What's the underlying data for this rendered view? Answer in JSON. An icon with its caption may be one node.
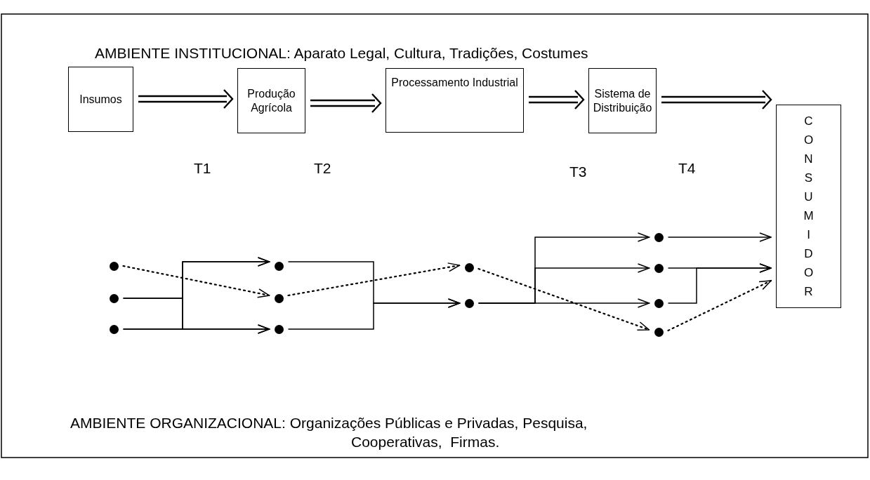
{
  "diagram": {
    "nodes": [
      {
        "text": [
          "Insumos"
        ]
      },
      {
        "text": [
          "Produção Agrícola"
        ]
      },
      {
        "text": [
          "Processamento Industrial"
        ]
      },
      {
        "text": [
          "Sistema de Distribuição"
        ]
      },
      {
        "text": [
          "CONSUMIDOR"
        ]
      },
      {
        "text": [],
        "shape": "circle"
      },
      {
        "text": [],
        "shape": "circle"
      },
      {
        "text": [],
        "shape": "circle"
      },
      {
        "text": [],
        "shape": "circle"
      },
      {
        "text": [],
        "shape": "circle"
      },
      {
        "text": [],
        "shape": "circle"
      },
      {
        "text": [],
        "shape": "circle"
      },
      {
        "text": [],
        "shape": "circle"
      },
      {
        "text": [],
        "shape": "circle"
      },
      {
        "text": [],
        "shape": "circle"
      },
      {
        "text": [],
        "shape": "circle"
      },
      {
        "text": [],
        "shape": "circle"
      }
    ],
    "edges": [
      {
        "from": 0,
        "to": 1,
        "arrow": "to"
      },
      {
        "from": 1,
        "to": 2,
        "arrow": "to"
      },
      {
        "from": 2,
        "to": 3,
        "arrow": "to"
      },
      {
        "from": 3,
        "to": 4,
        "arrow": "to"
      },
      {
        "from": 5,
        "to": 9,
        "arrow": "to",
        "style": "dashed"
      },
      {
        "from": 6,
        "to": 8,
        "arrow": "to"
      },
      {
        "from": 6,
        "to": 10,
        "arrow": "to"
      },
      {
        "from": 7,
        "to": 8,
        "arrow": "to"
      },
      {
        "from": 7,
        "to": 10,
        "arrow": "to"
      },
      {
        "from": 9,
        "to": 11,
        "arrow": "to",
        "style": "dashed"
      },
      {
        "from": 8,
        "to": 12,
        "arrow": "to"
      },
      {
        "from": 10,
        "to": 12,
        "arrow": "to"
      },
      {
        "from": 11,
        "to": 16,
        "arrow": "to",
        "style": "dashed"
      },
      {
        "from": 12,
        "to": 13,
        "arrow": "to"
      },
      {
        "from": 12,
        "to": 14,
        "arrow": "to"
      },
      {
        "from": 12,
        "to": 15,
        "arrow": "to"
      },
      {
        "from": 13,
        "to": 4,
        "arrow": "to"
      },
      {
        "from": 14,
        "to": 4,
        "arrow": "to"
      },
      {
        "from": 15,
        "to": 4,
        "arrow": "to"
      },
      {
        "from": 16,
        "to": 4,
        "arrow": "to",
        "style": "dashed"
      }
    ],
    "labels": [
      "AMBIENTE INSTITUCIONAL: Aparato Legal, Cultura, Tradições, Costumes",
      "T1",
      "T2",
      "T3",
      "T4",
      "AMBIENTE ORGANIZACIONAL: Organizações Públicas e Privadas, Pesquisa, Cooperativas,  Firmas."
    ]
  }
}
